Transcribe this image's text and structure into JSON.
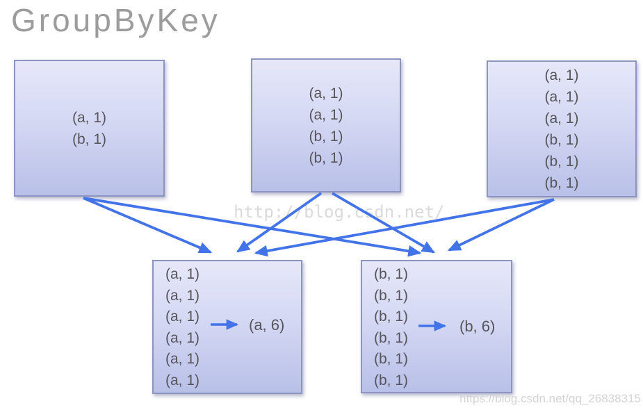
{
  "title": "GroupByKey",
  "watermarks": {
    "center": "http://blog.csdn.net/",
    "corner": "https://blog.csdn.net/qq_26838315"
  },
  "colors": {
    "arrow_blue": "#4373e8",
    "box_border": "#8c94c2",
    "box_fill_top": "#e6e8f9",
    "box_fill_bottom": "#b9c0e8",
    "pair_text": "#56565a",
    "title_gray": "#9c9c9c",
    "watermark_gray": "#dadada"
  },
  "partitions": [
    {
      "name": "partition-1",
      "items": [
        "(a, 1)",
        "(b, 1)"
      ]
    },
    {
      "name": "partition-2",
      "items": [
        "(a, 1)",
        "(a, 1)",
        "(b, 1)",
        "(b, 1)"
      ]
    },
    {
      "name": "partition-3",
      "items": [
        "(a, 1)",
        "(a, 1)",
        "(a, 1)",
        "(b, 1)",
        "(b, 1)",
        "(b, 1)"
      ]
    }
  ],
  "groups": [
    {
      "name": "group-a",
      "items": [
        "(a, 1)",
        "(a, 1)",
        "(a, 1)",
        "(a, 1)",
        "(a, 1)",
        "(a, 1)"
      ],
      "result": "(a, 6)"
    },
    {
      "name": "group-b",
      "items": [
        "(b, 1)",
        "(b, 1)",
        "(b, 1)",
        "(b, 1)",
        "(b, 1)",
        "(b, 1)"
      ],
      "result": "(b, 6)"
    }
  ],
  "edges": [
    {
      "from": "partition-1",
      "to": "group-a"
    },
    {
      "from": "partition-1",
      "to": "group-b"
    },
    {
      "from": "partition-2",
      "to": "group-a"
    },
    {
      "from": "partition-2",
      "to": "group-b"
    },
    {
      "from": "partition-3",
      "to": "group-a"
    },
    {
      "from": "partition-3",
      "to": "group-b"
    }
  ]
}
